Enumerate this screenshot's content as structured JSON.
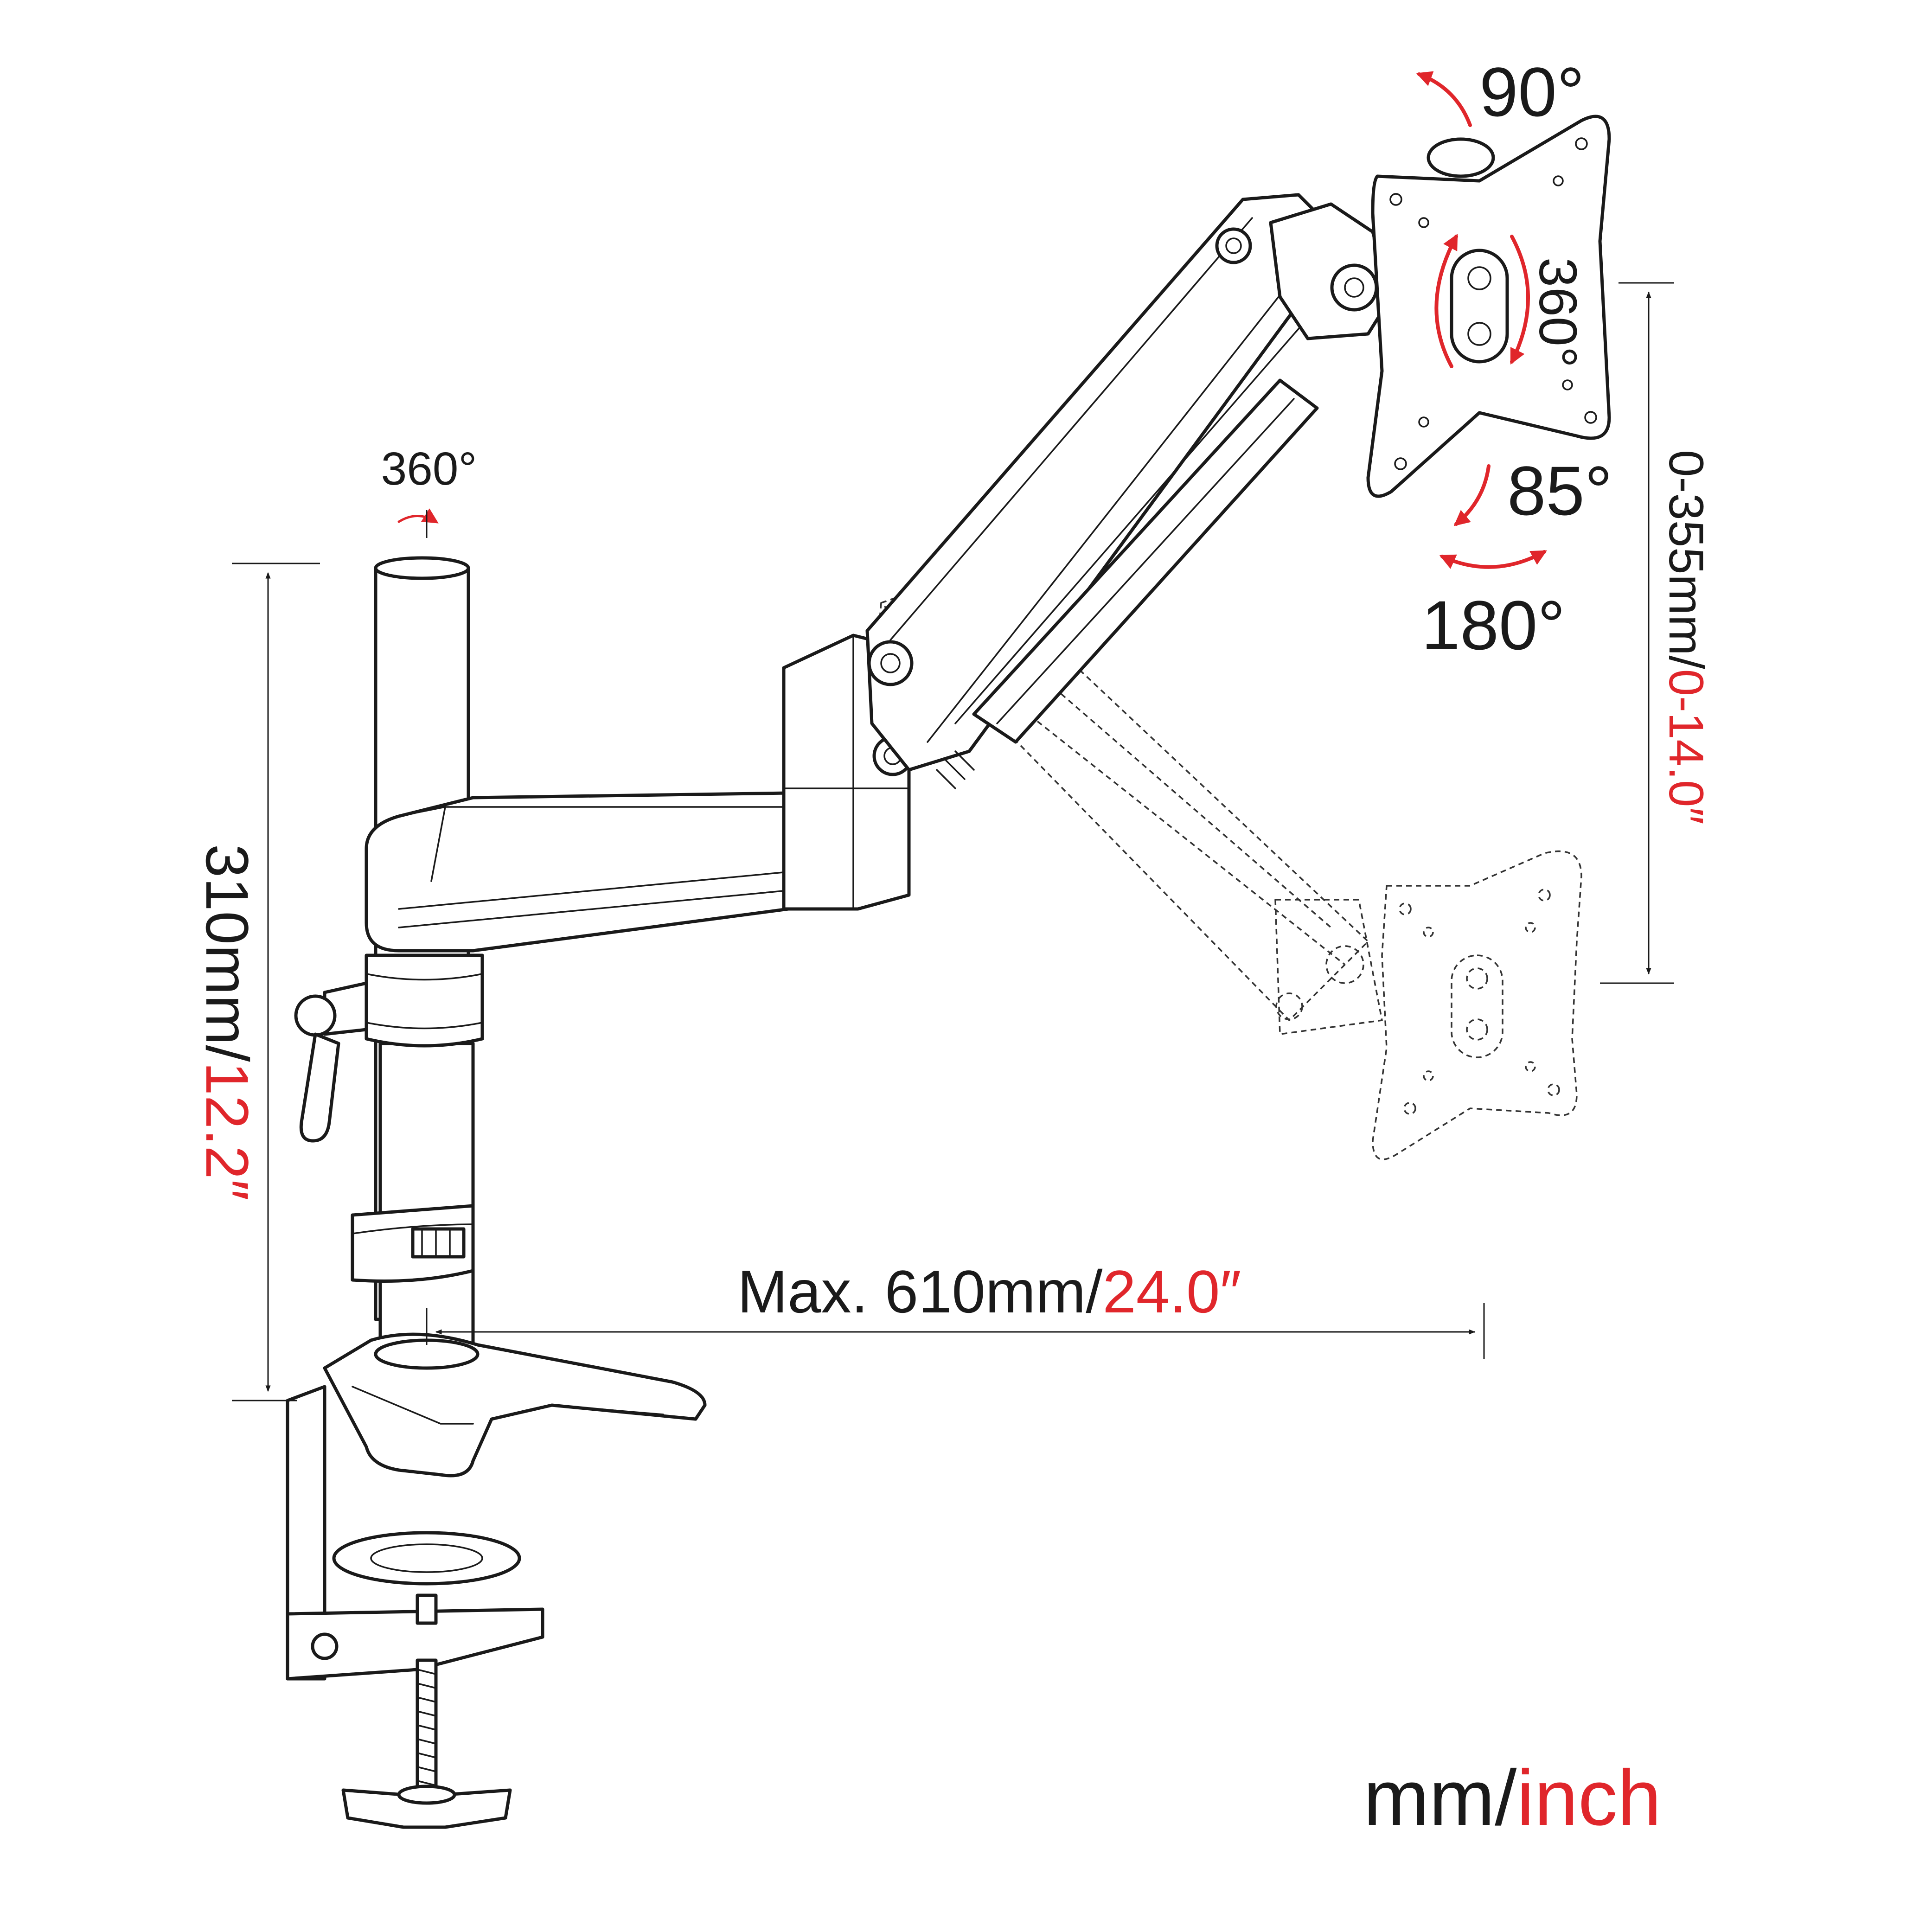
{
  "labels": {
    "pole_rotation": "360°",
    "tilt": "90°",
    "rotation": "360°",
    "swivel_tilt": "85°",
    "swivel": "180°"
  },
  "dimensions": {
    "pole_height_mm": "310mm/",
    "pole_height_in": "12.2″",
    "vertical_travel_mm": "0-355mm/",
    "vertical_travel_in": "0-14.0″",
    "reach_mm": "Max. 610mm/",
    "reach_in": "24.0″"
  },
  "units_legend": {
    "mm": "mm/",
    "inch": "inch"
  },
  "colors": {
    "line": "#1a1a1a",
    "accent": "#e0262b"
  },
  "icons": {
    "rotation_arrows": "curved-red-arrow",
    "dimension_markers": "arrowhead"
  }
}
